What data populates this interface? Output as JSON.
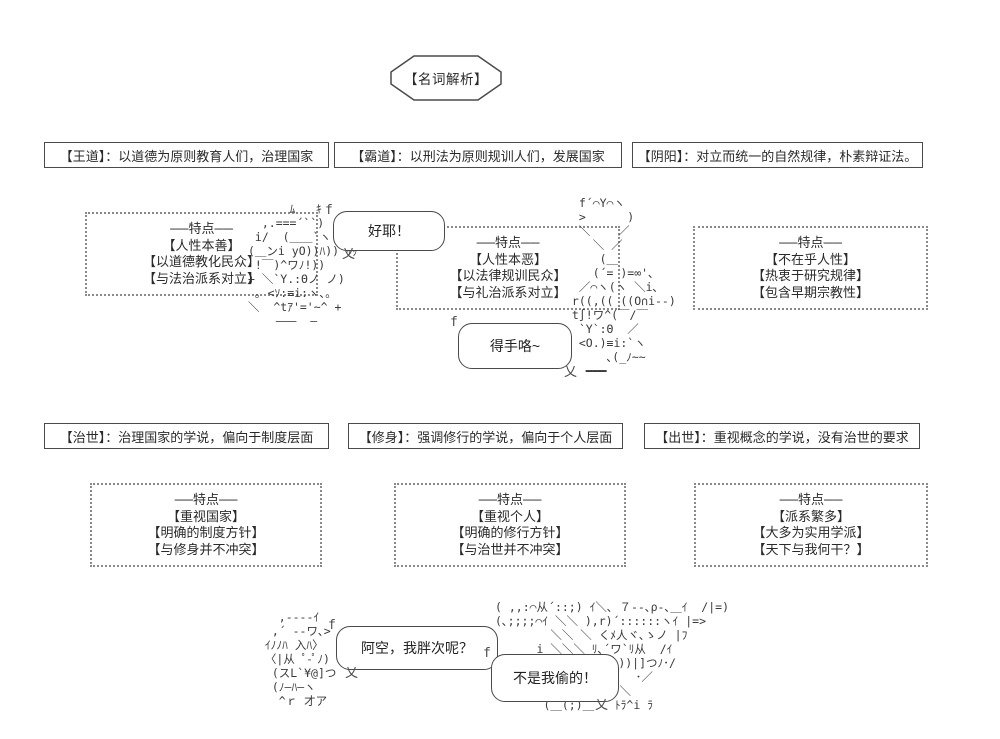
{
  "title": "【名词解析】",
  "definitions": {
    "row1": [
      "【王道】：以道德为原则教育人们，治理国家",
      "【霸道】：以刑法为原则规训人们，发展国家",
      "【阴阳】：对立而统一的自然规律，朴素辩证法。"
    ],
    "row2": [
      "【治世】：治理国家的学说，偏向于制度层面",
      "【修身】：强调修行的学说，偏向于个人层面",
      "【出世】：重视概念的学说，没有治世的要求"
    ]
  },
  "features": {
    "row1": [
      {
        "header": "──特点──",
        "items": [
          "【人性本善】",
          "【以道德教化民众】",
          "【与法治派系对立】"
        ]
      },
      {
        "header": "──特点──",
        "items": [
          "【人性本恶】",
          "【以法律规训民众】",
          "【与礼治派系对立】"
        ]
      },
      {
        "header": "──特点──",
        "items": [
          "【不在乎人性】",
          "【热衷于研究规律】",
          "【包含早期宗教性】"
        ]
      }
    ],
    "row2": [
      {
        "header": "──特点──",
        "items": [
          "【重视国家】",
          "【明确的制度方针】",
          "【与修身并不冲突】"
        ]
      },
      {
        "header": "──特点──",
        "items": [
          "【重视个人】",
          "【明确的修行方针】",
          "【与治世并不冲突】"
        ]
      },
      {
        "header": "──特点──",
        "items": [
          "【派系繁多】",
          "【大多为实用学派】",
          "【天下与我何干？】"
        ]
      }
    ]
  },
  "bubbles": {
    "haoye": "好耶！",
    "deshou": "得手咯~",
    "akong": "阿空，我胖次呢？",
    "bushi": "不是我偷的！",
    "tail": "乂",
    "tail_top": "f"
  },
  "ascii_art": {
    "left_character": [
      "      ﾑ   ｷ",
      "  ,.===´``)",
      " i/  (＿＿`ヽ  +",
      "(＿ンi yO))ﾊ)) ｻｯ",
      " !￣)^ワﾉ!))",
      "+ ＼`Y.:Θノ ノ)",
      " ｡ <ｿ:≡i:ヽ､｡",
      "＼  ^tｱ'='~^ +",
      "    ―――  ―"
    ],
    "heart_character": [
      "  f´⌒Y⌒ヽ",
      "  >      )",
      "  ＼    ／",
      "    ＼ ／",
      "     (＿",
      "    (´= )=∞'､",
      "  ／⌒ヽ(ヽ ＼i､",
      " r((,(( ((O∩i--)",
      " t∫!ワ^(￣/￣",
      "  `Y`:Θ  ／",
      "  <O.)≡i:`ヽ",
      "      ､(_ﾉ~~",
      "   ━━━"
    ],
    "bottom_left_character": [
      "   ,----ｲ",
      "  ,´ --ワ､>",
      " ｲﾉﾉﾊ 入ﾊ〉",
      " 〈|从 ﾟ-ﾟﾉ)",
      "  (スL`¥@]つ",
      "  (ﾉ―ﾊ―ヽ",
      "   ^ｒ 才ア"
    ],
    "bottom_right_character": [
      "( ,,:⌒从´::;) ｲ＼､ ７--､ρ-､＿ｲ  /|=)",
      "(､;;;;⌒ｲ ＼＼ ),r)´::::::ヽｲ |=>",
      "        ＼＼ ＼ くﾒ人ヾ､ゝノ |ﾌ",
      "      i ＼＼＼ ﾘ､´ワ`ﾘ从  /ｲ",
      "      |＼ ＼＞ﾉi(l ))|]つﾉ･/",
      "       ＼､ゝ ／~~ﾌヽ  ･／",
      "       ､ゝ･／      ＼",
      "       (＿(;)＿   ﾄﾗ^i ﾗ"
    ]
  }
}
